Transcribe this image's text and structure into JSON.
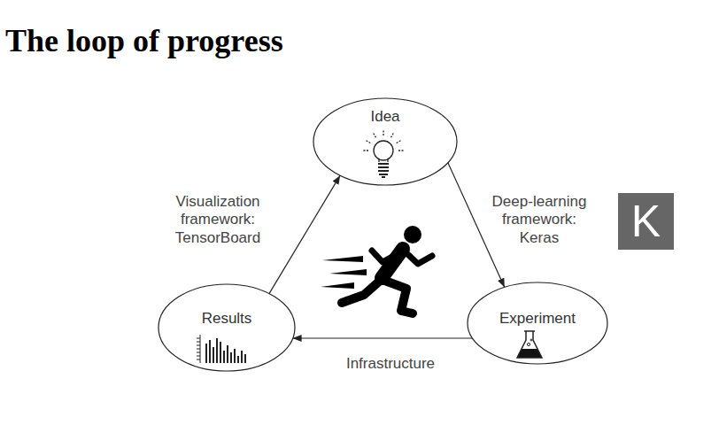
{
  "diagram": {
    "title": "The loop of progress",
    "nodes": [
      {
        "text": [
          "Idea"
        ]
      },
      {
        "text": [
          "Results"
        ]
      },
      {
        "text": [
          "Experiment"
        ]
      }
    ],
    "edges": [
      {
        "from": 0,
        "to": 2,
        "arrow": "to",
        "label": "Deep-learning framework: Keras"
      },
      {
        "from": 2,
        "to": 1,
        "arrow": "to",
        "label": "Infrastructure"
      },
      {
        "from": 1,
        "to": 0,
        "arrow": "to",
        "label": "Visualization framework: TensorBoard"
      }
    ],
    "labels": [
      "K"
    ]
  }
}
